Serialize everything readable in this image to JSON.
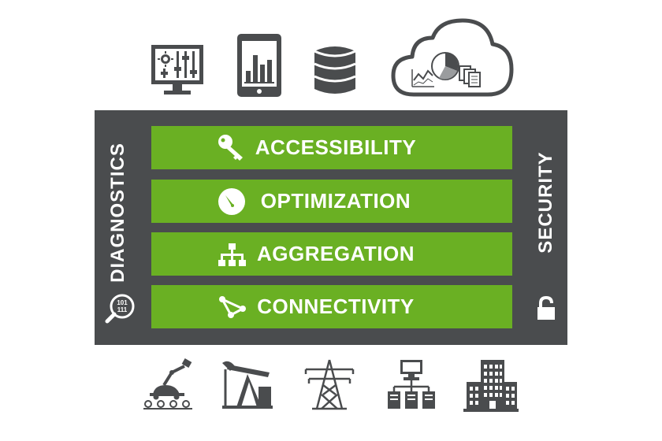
{
  "diagram": {
    "left_label": "DIAGNOSTICS",
    "right_label": "SECURITY",
    "layers": [
      {
        "label": "ACCESSIBILITY",
        "icon": "key-icon"
      },
      {
        "label": "OPTIMIZATION",
        "icon": "gauge-icon"
      },
      {
        "label": "AGGREGATION",
        "icon": "hierarchy-icon"
      },
      {
        "label": "CONNECTIVITY",
        "icon": "network-nodes-icon"
      }
    ],
    "left_icon": "magnifier-binary-icon",
    "left_icon_text_1": "101",
    "left_icon_text_2": "111",
    "right_icon": "padlock-icon",
    "top_icons": [
      "monitor-controls-icon",
      "tablet-chart-icon",
      "database-icon",
      "cloud-analytics-icon"
    ],
    "bottom_icons": [
      "robot-assembly-icon",
      "oil-pump-icon",
      "power-tower-icon",
      "network-servers-icon",
      "office-building-icon"
    ],
    "colors": {
      "green": "#6ab023",
      "dark": "#4a4c4e",
      "icon": "#4a4c4e"
    }
  }
}
